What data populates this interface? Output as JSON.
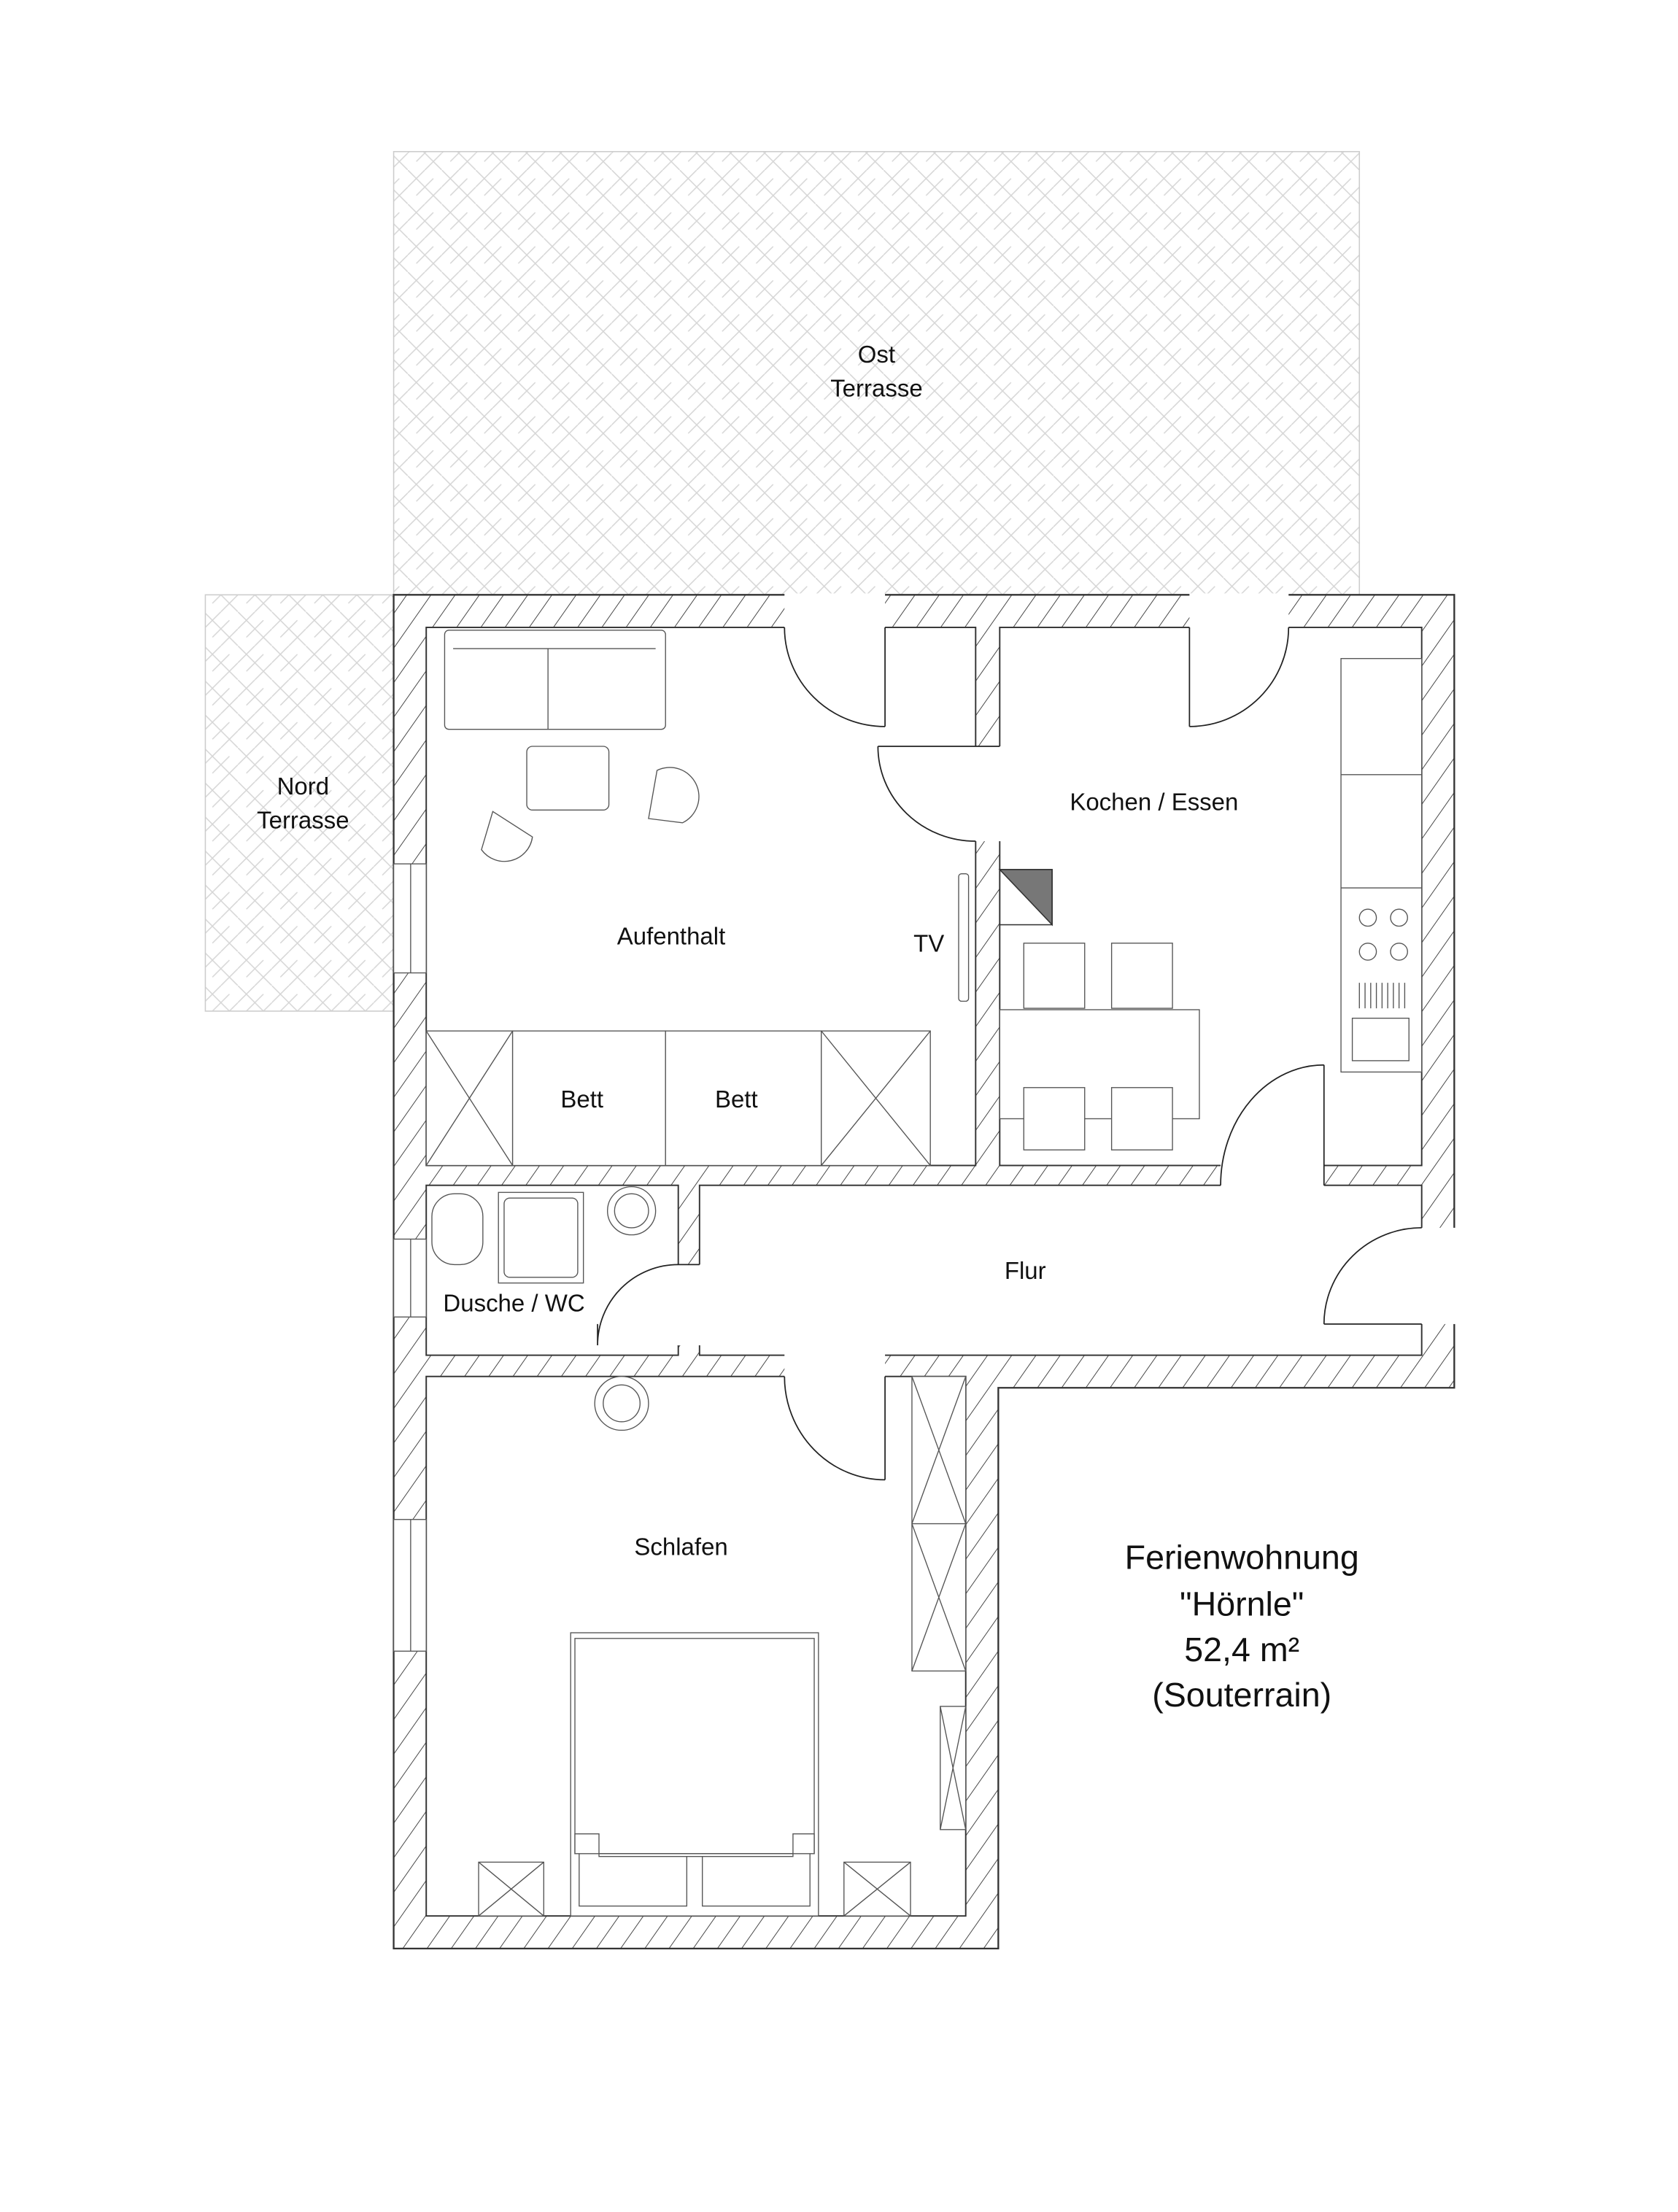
{
  "terraces": {
    "east": {
      "line1": "Ost",
      "line2": "Terrasse"
    },
    "north": {
      "line1": "Nord",
      "line2": "Terrasse"
    }
  },
  "rooms": {
    "living": "Aufenthalt",
    "tv": "TV",
    "bed1": "Bett",
    "bed2": "Bett",
    "kitchen": "Kochen / Essen",
    "hall": "Flur",
    "bath": "Dusche / WC",
    "bedroom": "Schlafen"
  },
  "info": {
    "name": "Ferienwohnung",
    "nickname": "\"Hörnle\"",
    "area": "52,4 m²",
    "level": "(Souterrain)"
  },
  "colors": {
    "wall_line": "#333333",
    "terrace_pattern": "#cccccc",
    "chimney": "#777777"
  }
}
